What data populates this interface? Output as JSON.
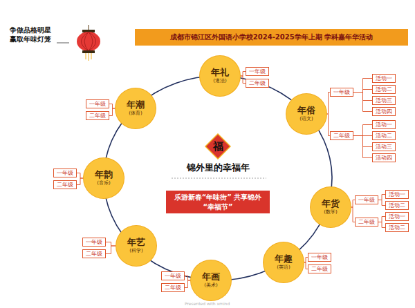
{
  "diagram": {
    "title": "成都市锦江区外国语小学校2024-2025学年上期 学科嘉年华活动",
    "nodes": [
      {
        "text": [
          "福"
        ]
      },
      {
        "text": [
          "乐游新春“年味街” 共享锦外“幸福节”"
        ]
      },
      {
        "text": [
          "年礼",
          "(道法)"
        ]
      },
      {
        "text": [
          "一年级"
        ]
      },
      {
        "text": [
          "二年级"
        ]
      },
      {
        "text": [
          "年俗",
          "(语文)"
        ]
      },
      {
        "text": [
          "一年级"
        ]
      },
      {
        "text": [
          "活动一"
        ]
      },
      {
        "text": [
          "活动二"
        ]
      },
      {
        "text": [
          "活动三"
        ]
      },
      {
        "text": [
          "活动四"
        ]
      },
      {
        "text": [
          "二年级"
        ]
      },
      {
        "text": [
          "活动一"
        ]
      },
      {
        "text": [
          "活动二"
        ]
      },
      {
        "text": [
          "活动三"
        ]
      },
      {
        "text": [
          "活动四"
        ]
      },
      {
        "text": [
          "年货",
          "(数学)"
        ]
      },
      {
        "text": [
          "一年级"
        ]
      },
      {
        "text": [
          "活动一"
        ]
      },
      {
        "text": [
          "活动二"
        ]
      },
      {
        "text": [
          "二年级"
        ]
      },
      {
        "text": [
          "活动一"
        ]
      },
      {
        "text": [
          "活动二"
        ]
      },
      {
        "text": [
          "年趣",
          "(英语)"
        ]
      },
      {
        "text": [
          "一年级"
        ]
      },
      {
        "text": [
          "二年级"
        ]
      },
      {
        "text": [
          "年画",
          "(美术)"
        ]
      },
      {
        "text": [
          "一年级"
        ]
      },
      {
        "text": [
          "二年级"
        ]
      },
      {
        "text": [
          "年艺",
          "(科学)"
        ]
      },
      {
        "text": [
          "一年级"
        ]
      },
      {
        "text": [
          "二年级"
        ]
      },
      {
        "text": [
          "年韵",
          "(音乐)"
        ]
      },
      {
        "text": [
          "一年级"
        ]
      },
      {
        "text": [
          "二年级"
        ]
      },
      {
        "text": [
          "年潮",
          "(体育)"
        ]
      },
      {
        "text": [
          "一年级"
        ]
      },
      {
        "text": [
          "二年级"
        ]
      }
    ],
    "edges": [
      {
        "from": 2,
        "to": 3,
        "arrow": "none"
      },
      {
        "from": 2,
        "to": 4,
        "arrow": "none"
      },
      {
        "from": 5,
        "to": 6,
        "arrow": "none"
      },
      {
        "from": 5,
        "to": 11,
        "arrow": "none"
      },
      {
        "from": 6,
        "to": 7,
        "arrow": "none"
      },
      {
        "from": 6,
        "to": 8,
        "arrow": "none"
      },
      {
        "from": 6,
        "to": 9,
        "arrow": "none"
      },
      {
        "from": 6,
        "to": 10,
        "arrow": "none"
      },
      {
        "from": 11,
        "to": 12,
        "arrow": "none"
      },
      {
        "from": 11,
        "to": 13,
        "arrow": "none"
      },
      {
        "from": 11,
        "to": 14,
        "arrow": "none"
      },
      {
        "from": 11,
        "to": 15,
        "arrow": "none"
      },
      {
        "from": 16,
        "to": 17,
        "arrow": "none"
      },
      {
        "from": 16,
        "to": 20,
        "arrow": "none"
      },
      {
        "from": 17,
        "to": 18,
        "arrow": "none"
      },
      {
        "from": 17,
        "to": 19,
        "arrow": "none"
      },
      {
        "from": 20,
        "to": 21,
        "arrow": "none"
      },
      {
        "from": 20,
        "to": 22,
        "arrow": "none"
      },
      {
        "from": 23,
        "to": 24,
        "arrow": "none"
      },
      {
        "from": 23,
        "to": 25,
        "arrow": "none"
      },
      {
        "from": 26,
        "to": 27,
        "arrow": "none"
      },
      {
        "from": 26,
        "to": 28,
        "arrow": "none"
      },
      {
        "from": 29,
        "to": 30,
        "arrow": "none"
      },
      {
        "from": 29,
        "to": 31,
        "arrow": "none"
      },
      {
        "from": 32,
        "to": 33,
        "arrow": "none"
      },
      {
        "from": 32,
        "to": 34,
        "arrow": "none"
      },
      {
        "from": 35,
        "to": 36,
        "arrow": "none"
      },
      {
        "from": 35,
        "to": 37,
        "arrow": "none"
      }
    ],
    "labels": [
      "争做品格明星",
      "赢取年味灯笼",
      "锦外里的幸福年",
      "Presented with xmind"
    ]
  }
}
